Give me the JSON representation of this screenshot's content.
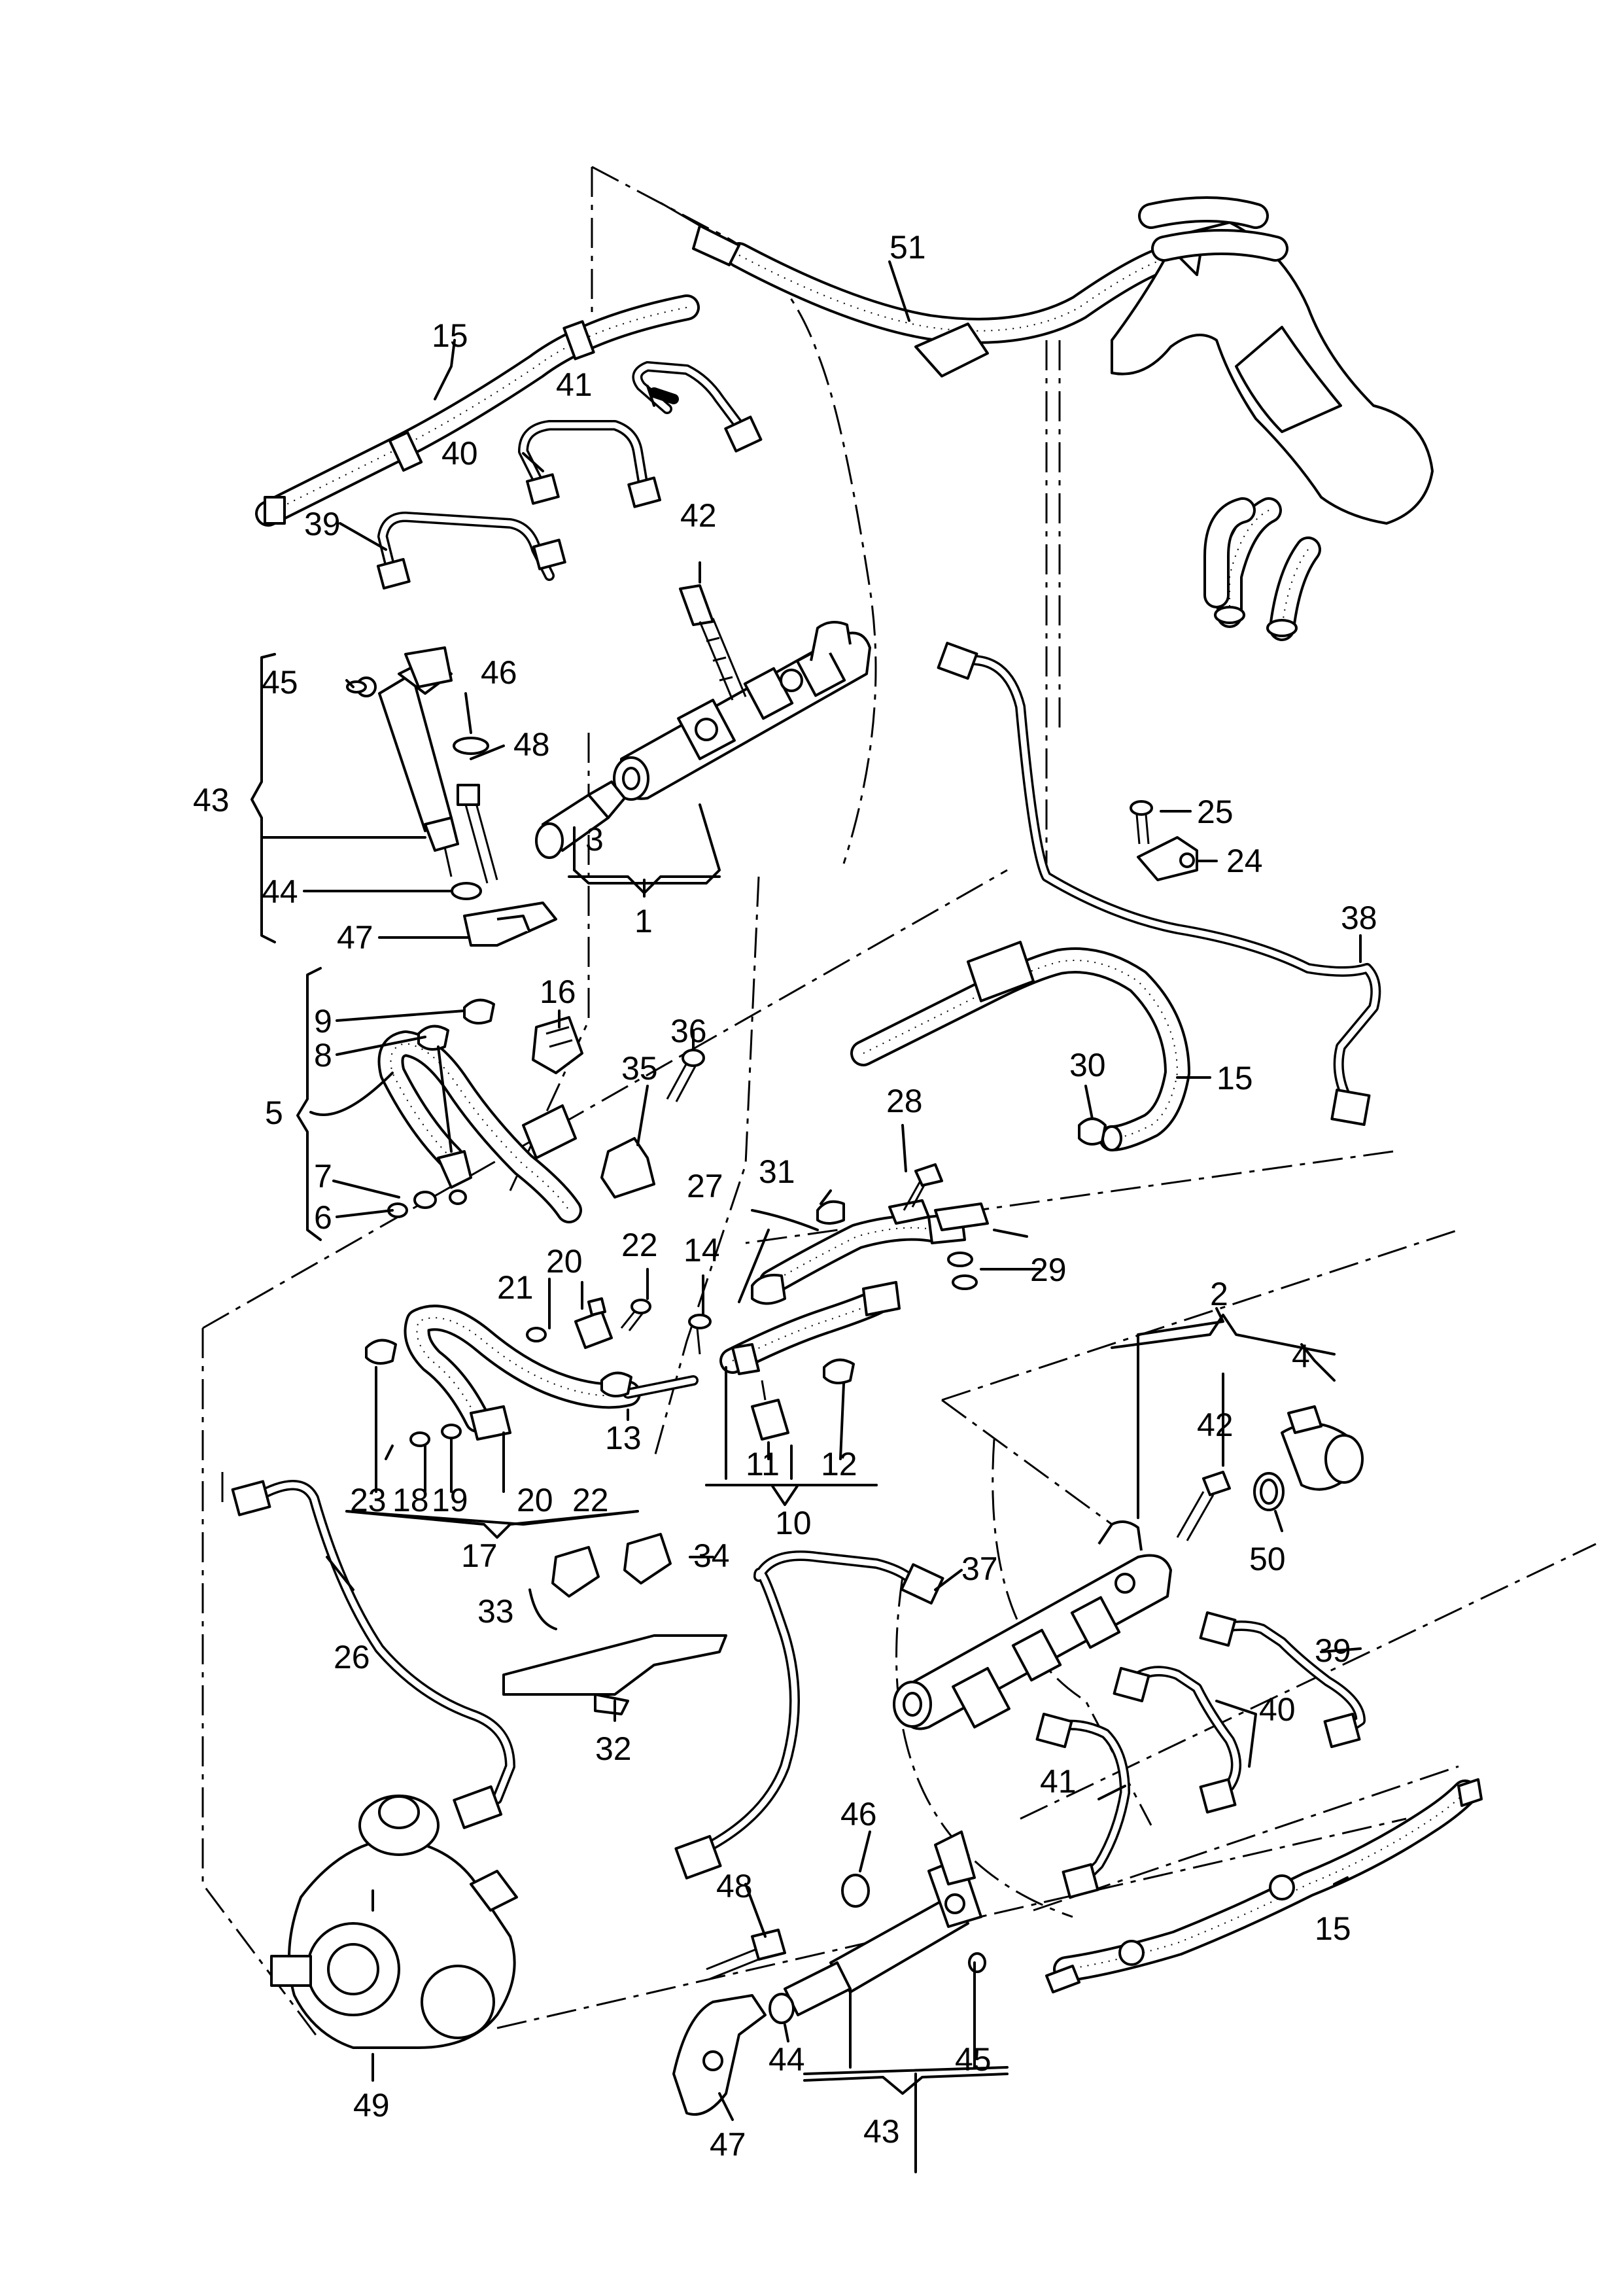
{
  "labels": {
    "l1": "1",
    "l2": "2",
    "l3": "3",
    "l4": "4",
    "l5": "5",
    "l6": "6",
    "l7": "7",
    "l8": "8",
    "l9": "9",
    "l10": "10",
    "l11": "11",
    "l12": "12",
    "l13": "13",
    "l14": "14",
    "l15a": "15",
    "l15b": "15",
    "l15c": "15",
    "l16": "16",
    "l17": "17",
    "l18": "18",
    "l19": "19",
    "l20a": "20",
    "l20b": "20",
    "l21": "21",
    "l22a": "22",
    "l22b": "22",
    "l23": "23",
    "l24": "24",
    "l25": "25",
    "l26": "26",
    "l27": "27",
    "l28": "28",
    "l29": "29",
    "l30": "30",
    "l31": "31",
    "l32": "32",
    "l33": "33",
    "l34": "34",
    "l35": "35",
    "l36": "36",
    "l37": "37",
    "l38": "38",
    "l39a": "39",
    "l39b": "39",
    "l40a": "40",
    "l40b": "40",
    "l41a": "41",
    "l41b": "41",
    "l42a": "42",
    "l42b": "42",
    "l43a": "43",
    "l43b": "43",
    "l44a": "44",
    "l44b": "44",
    "l45a": "45",
    "l45b": "45",
    "l46a": "46",
    "l46b": "46",
    "l47a": "47",
    "l47b": "47",
    "l48a": "48",
    "l48b": "48",
    "l49": "49",
    "l50": "50",
    "l51": "51"
  }
}
